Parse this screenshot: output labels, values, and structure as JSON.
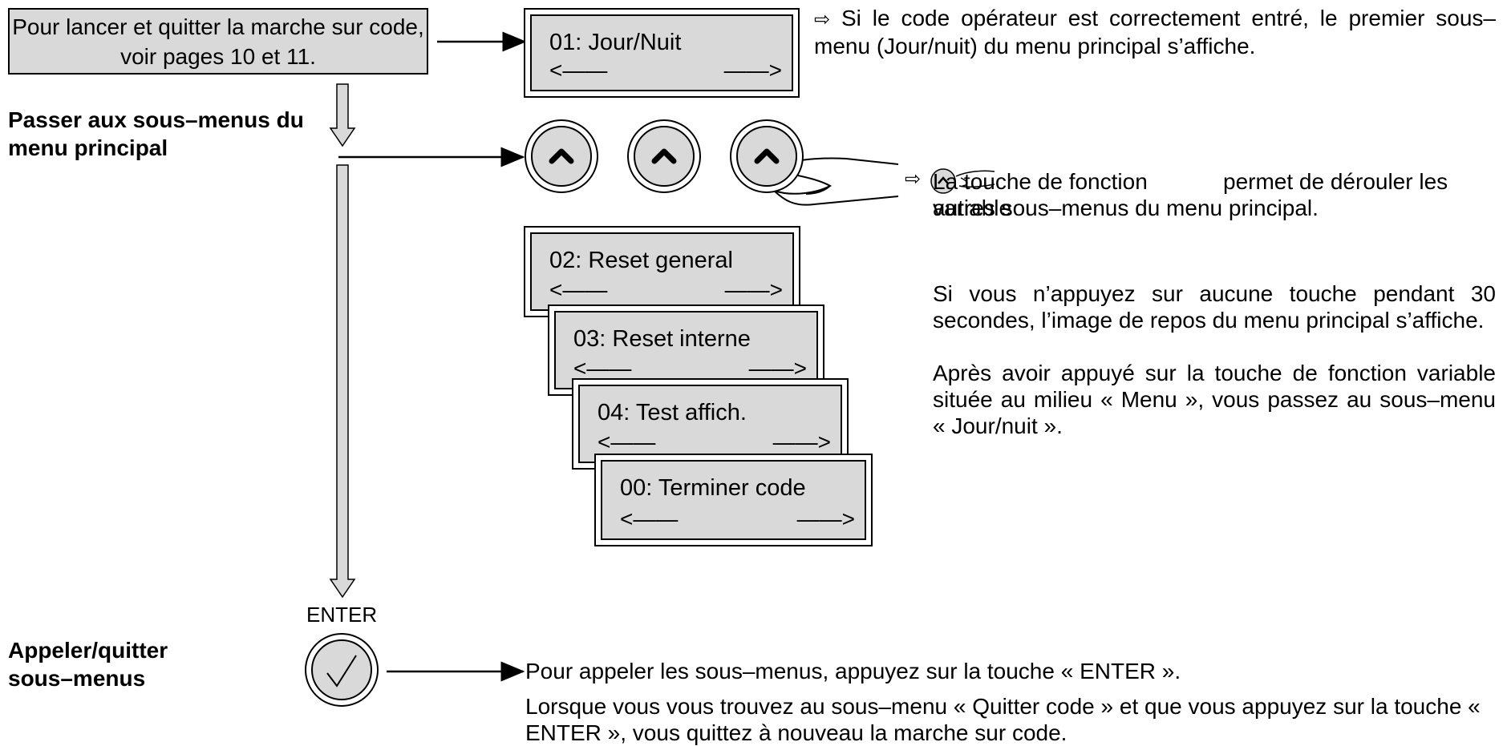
{
  "note_box": {
    "text": "Pour lancer et quitter la marche sur code, voir pages 10 et 11."
  },
  "headings": {
    "main_menu": "Passer aux sous–menus du menu principal",
    "submenus": "Appeler/quitter sous–menus"
  },
  "displays": [
    {
      "title": "01: Jour/Nuit",
      "left": "<——",
      "right": "——>"
    },
    {
      "title": "02: Reset general",
      "left": "<——",
      "right": "——>"
    },
    {
      "title": "03: Reset interne",
      "left": "<——",
      "right": "——>"
    },
    {
      "title": "04: Test affich.",
      "left": "<——",
      "right": "——>"
    },
    {
      "title": "00:  Terminer code",
      "left": "<——",
      "right": "——>"
    }
  ],
  "descriptions": {
    "first": "Si le code opérateur est correctement entré, le premier sous–menu (Jour/nuit) du menu principal s’affiche.",
    "key_a": "La touche de fonction variable",
    "key_b": "permet de dérouler les autres sous–menus du menu principal.",
    "timeout": "Si vous n’appuyez sur aucune touche pendant 30 secondes, l’image de repos du menu principal s’affiche.",
    "menu_key": "Après avoir appuyé sur la touche de fonction variable située au milieu « Menu », vous passez au sous–menu « Jour/nuit ».",
    "enter": "Pour appeler les sous–menus, appuyez sur la touche « ENTER ».",
    "quit": "Lorsque vous vous trouvez au sous–menu « Quitter code » et que vous appuyez sur la touche « ENTER », vous quittez à nouveau la marche sur code."
  },
  "enter_key": {
    "label": "ENTER"
  },
  "icons": {
    "pointer": "⇨",
    "up_key": "chevron-up-icon",
    "enter": "check-icon",
    "hand": "pointing-hand-icon"
  }
}
